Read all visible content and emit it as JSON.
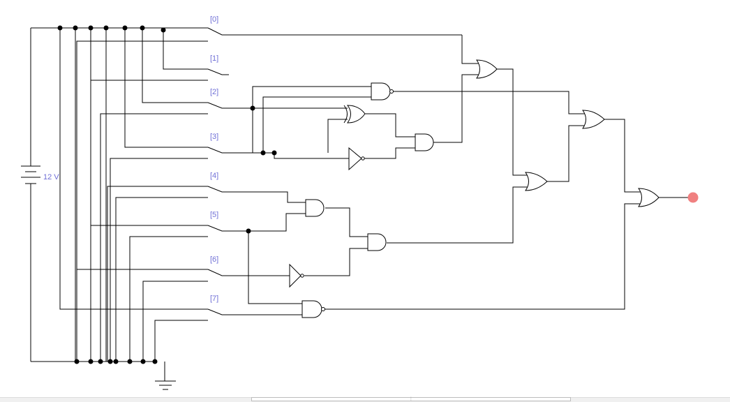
{
  "battery": {
    "label": "12 V"
  },
  "switches": [
    {
      "label": "[0]"
    },
    {
      "label": "[1]"
    },
    {
      "label": "[2]"
    },
    {
      "label": "[3]"
    },
    {
      "label": "[4]"
    },
    {
      "label": "[5]"
    },
    {
      "label": "[6]"
    },
    {
      "label": "[7]"
    }
  ],
  "colors": {
    "wire": "#000000",
    "label": "#6f6fd6",
    "output_led": "#f08080"
  },
  "icons": {
    "ground": "ground-symbol",
    "output": "led-indicator"
  },
  "scrollbar": {
    "grip": "⋮"
  }
}
